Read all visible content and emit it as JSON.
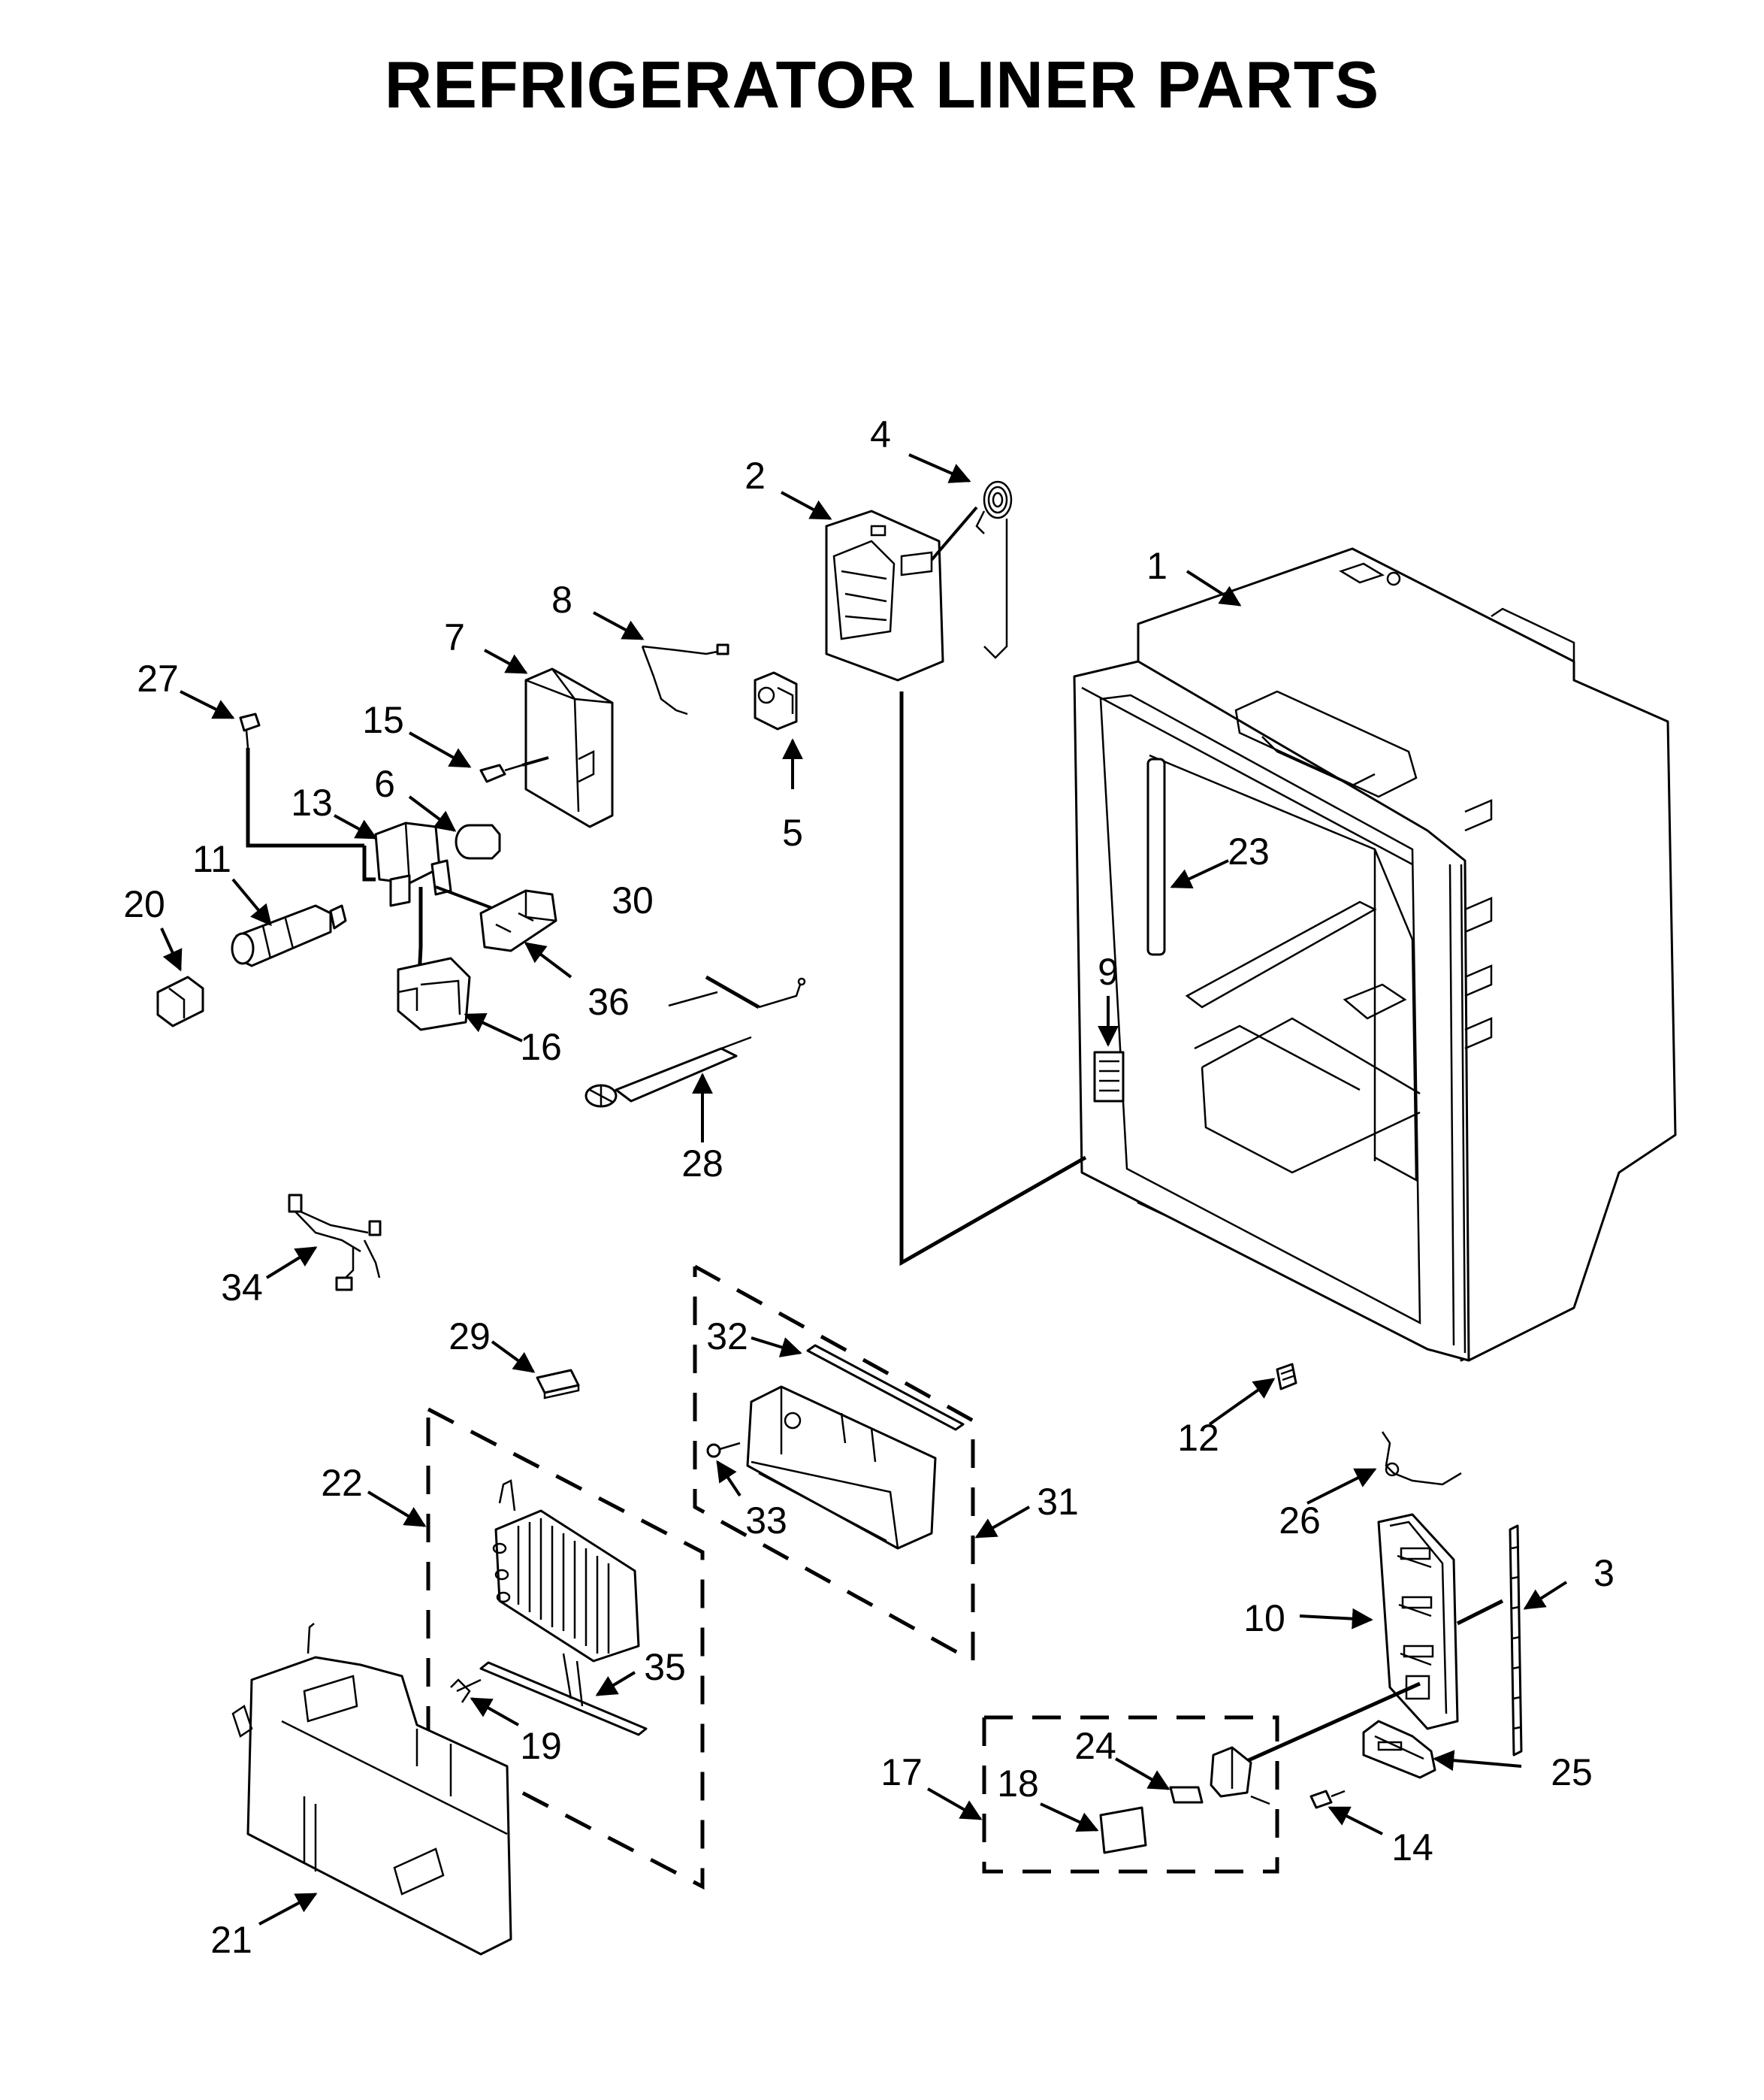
{
  "title": "REFRIGERATOR LINER PARTS",
  "colors": {
    "ink": "#000000",
    "paper": "#ffffff"
  },
  "callouts": {
    "c1": "1",
    "c2": "2",
    "c3": "3",
    "c4": "4",
    "c5": "5",
    "c6": "6",
    "c7": "7",
    "c8": "8",
    "c9": "9",
    "c10": "10",
    "c11": "11",
    "c12": "12",
    "c13": "13",
    "c14": "14",
    "c15": "15",
    "c16": "16",
    "c17": "17",
    "c18": "18",
    "c19": "19",
    "c20": "20",
    "c21": "21",
    "c22": "22",
    "c23": "23",
    "c24": "24",
    "c25": "25",
    "c26": "26",
    "c27": "27",
    "c28": "28",
    "c29": "29",
    "c30": "30",
    "c31": "31",
    "c32": "32",
    "c33": "33",
    "c34": "34",
    "c35": "35",
    "c36": "36"
  }
}
